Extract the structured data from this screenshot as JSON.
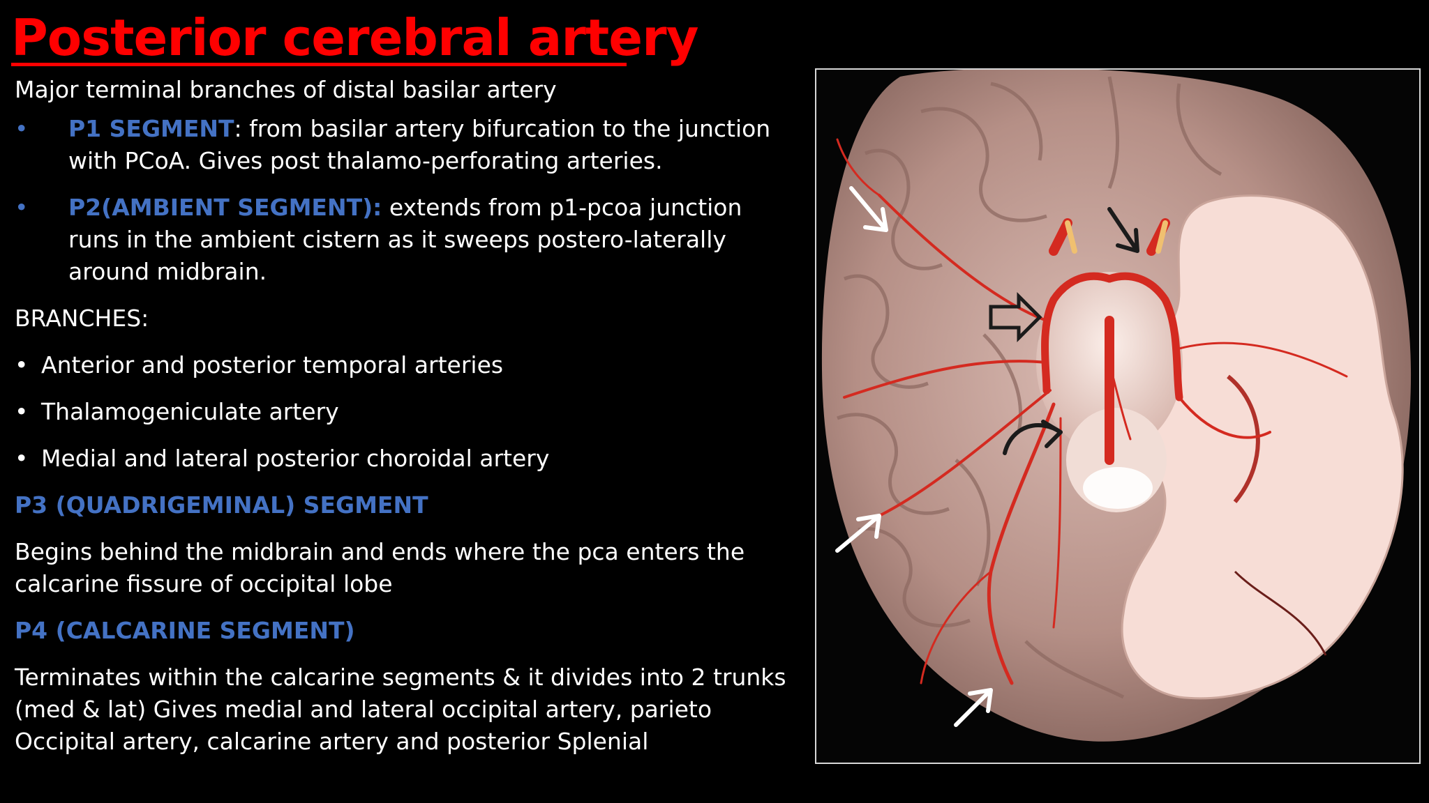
{
  "slide": {
    "title": "Posterior cerebral artery",
    "intro": "Major terminal branches of distal basilar artery",
    "segments": [
      {
        "key": "P1 SEGMENT",
        "text": ": from basilar artery bifurcation to the junction with PCoA. Gives post thalamo-perforating arteries."
      },
      {
        "key": "P2(AMBIENT SEGMENT):",
        "text": " extends from p1-pcoa junction runs in the ambient cistern as it sweeps postero-laterally around midbrain."
      }
    ],
    "branches_heading": "BRANCHES:",
    "branches": [
      "Anterior and posterior temporal arteries",
      "Thalamogeniculate artery",
      "Medial and lateral posterior choroidal artery"
    ],
    "p3_heading": "P3 (QUADRIGEMINAL) SEGMENT",
    "p3_text": "Begins behind the midbrain and ends where the pca enters the calcarine fissure of occipital lobe",
    "p4_heading": "P4 (CALCARINE SEGMENT)",
    "p4_text": "Terminates within the calcarine segments & it divides into 2 trunks (med & lat) Gives medial and lateral occipital artery, parieto Occipital artery, calcarine artery and posterior Splenial"
  },
  "colors": {
    "title": "#ff0000",
    "accent_blue": "#4472c4",
    "body_text": "#ffffff",
    "background": "#000000",
    "artery_red": "#d42a20",
    "brain_pink": "#f7ddd6",
    "brain_shadow": "#8e6a62"
  },
  "figure": {
    "icons": [
      "arrow-icon",
      "open-arrow-icon",
      "curved-arrow-icon"
    ]
  }
}
